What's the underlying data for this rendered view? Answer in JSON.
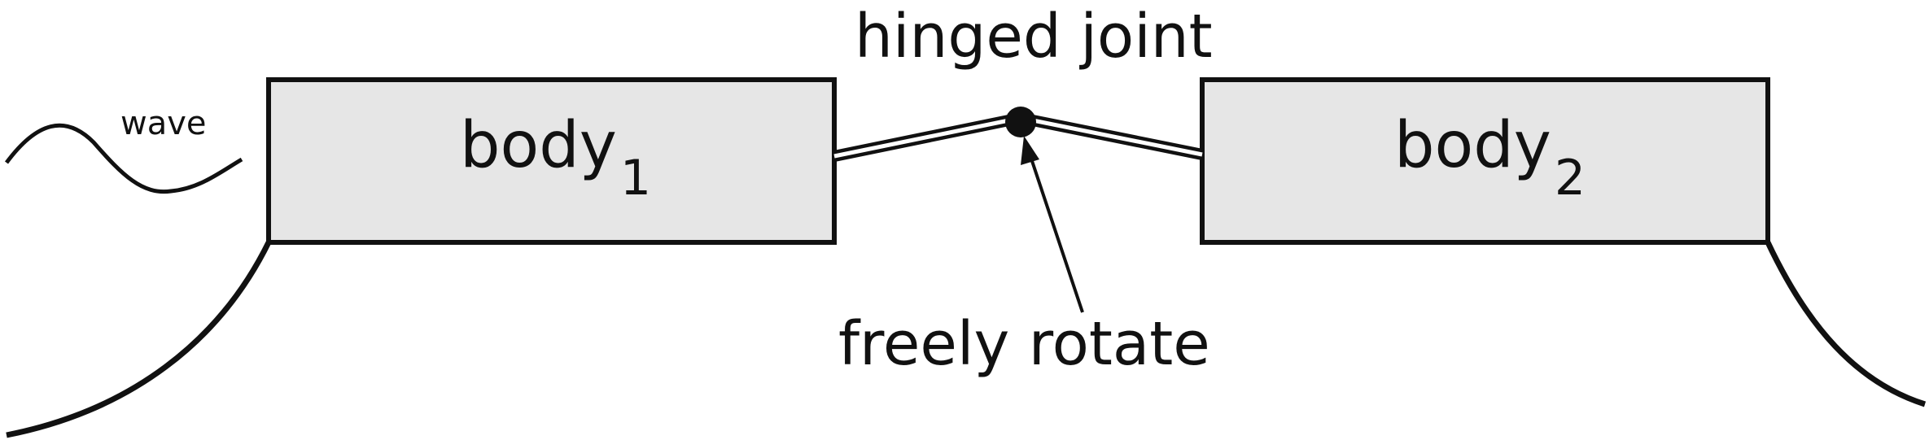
{
  "labels": {
    "hinge_title": "hinged joint",
    "rotate_note": "freely rotate",
    "wave": "wave"
  },
  "bodies": [
    {
      "name": "body",
      "subscript": "1"
    },
    {
      "name": "body",
      "subscript": "2"
    }
  ],
  "colors": {
    "body_fill": "#e6e6e6",
    "stroke": "#111111",
    "background": "#ffffff"
  }
}
